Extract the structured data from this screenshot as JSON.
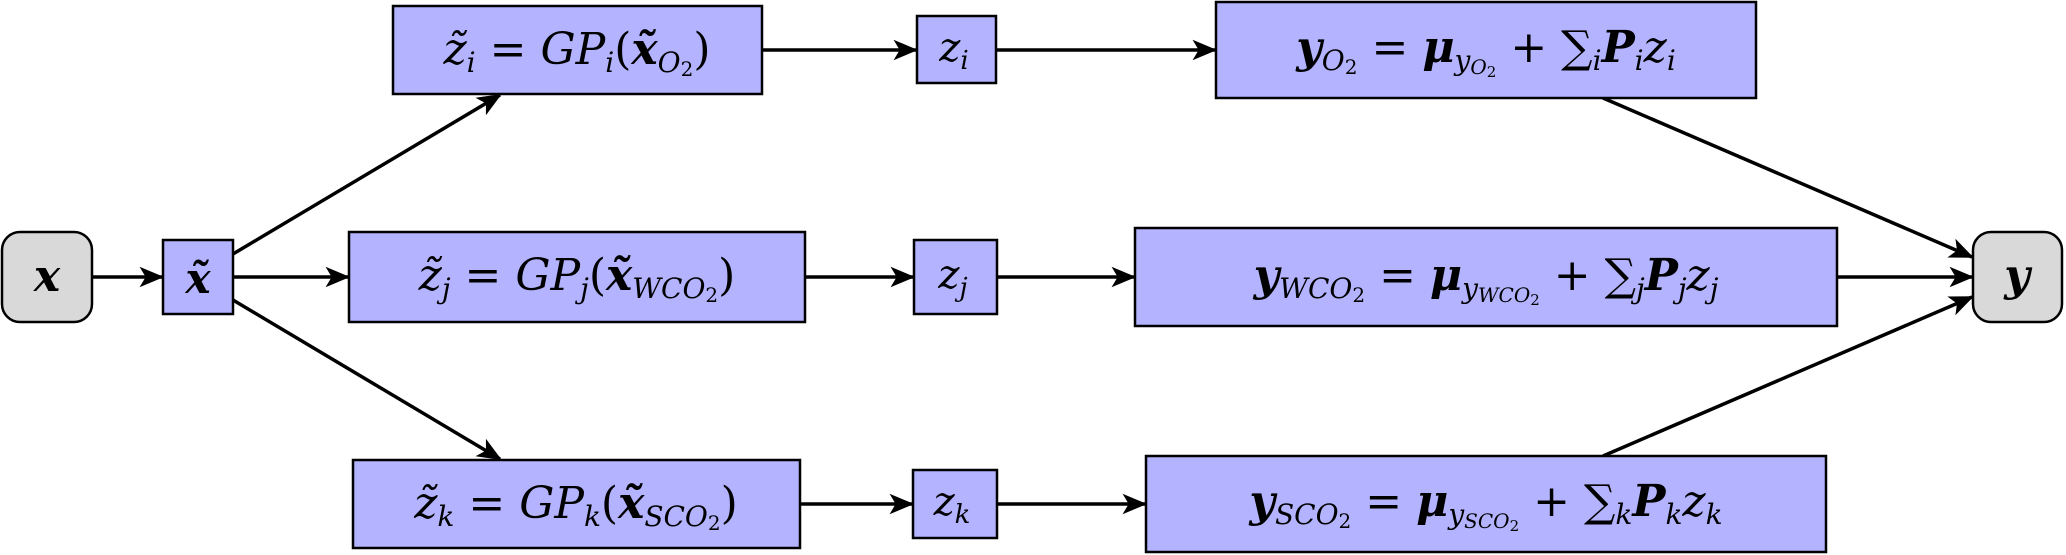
{
  "diagram": {
    "type": "flowchart",
    "direction": "left-to-right",
    "colors": {
      "process_fill": "#b3b3ff",
      "terminal_fill": "#d9d9d9",
      "stroke": "#000000"
    },
    "nodes": {
      "x": {
        "main": "x",
        "role": "input"
      },
      "x_tilde": {
        "main": "x̃",
        "role": "normalized input"
      },
      "gp_i": {
        "lhs": "z̃",
        "lhs_sub": "i",
        "eq": " = ",
        "fn": "GP",
        "fn_sub": "i",
        "open": "(",
        "arg": "x̃",
        "arg_sub": "O",
        "arg_sub2": "2",
        "close": ")"
      },
      "gp_j": {
        "lhs": "z̃",
        "lhs_sub": "j",
        "eq": " = ",
        "fn": "GP",
        "fn_sub": "j",
        "open": "(",
        "arg": "x̃",
        "arg_sub": "WCO",
        "arg_sub2": "2",
        "close": ")"
      },
      "gp_k": {
        "lhs": "z̃",
        "lhs_sub": "k",
        "eq": " = ",
        "fn": "GP",
        "fn_sub": "k",
        "open": "(",
        "arg": "x̃",
        "arg_sub": "SCO",
        "arg_sub2": "2",
        "close": ")"
      },
      "z_i": {
        "main": "z",
        "sub": "i"
      },
      "z_j": {
        "main": "z",
        "sub": "j"
      },
      "z_k": {
        "main": "z",
        "sub": "k"
      },
      "recon_i": {
        "y": "y",
        "y_sub": "O",
        "y_sub2": "2",
        "eq": " = ",
        "mu": "μ",
        "mu_sub": "y",
        "mu_subsub": "O",
        "mu_subsub2": "2",
        "plus": " + ",
        "sum": "∑",
        "sum_sub": "i",
        "p": "P",
        "p_sub": "i",
        "z": "z",
        "z_sub": "i"
      },
      "recon_j": {
        "y": "y",
        "y_sub": "WCO",
        "y_sub2": "2",
        "eq": " = ",
        "mu": "μ",
        "mu_sub": "y",
        "mu_subsub": "WCO",
        "mu_subsub2": "2",
        "plus": " + ",
        "sum": "∑",
        "sum_sub": "j",
        "p": "P",
        "p_sub": "j",
        "z": "z",
        "z_sub": "j"
      },
      "recon_k": {
        "y": "y",
        "y_sub": "SCO",
        "y_sub2": "2",
        "eq": " = ",
        "mu": "μ",
        "mu_sub": "y",
        "mu_subsub": "SCO",
        "mu_subsub2": "2",
        "plus": " + ",
        "sum": "∑",
        "sum_sub": "k",
        "p": "P",
        "p_sub": "k",
        "z": "z",
        "z_sub": "k"
      },
      "y": {
        "main": "y",
        "role": "output"
      }
    },
    "edges": [
      [
        "x",
        "x_tilde"
      ],
      [
        "x_tilde",
        "gp_i"
      ],
      [
        "x_tilde",
        "gp_j"
      ],
      [
        "x_tilde",
        "gp_k"
      ],
      [
        "gp_i",
        "z_i"
      ],
      [
        "gp_j",
        "z_j"
      ],
      [
        "gp_k",
        "z_k"
      ],
      [
        "z_i",
        "recon_i"
      ],
      [
        "z_j",
        "recon_j"
      ],
      [
        "z_k",
        "recon_k"
      ],
      [
        "recon_i",
        "y"
      ],
      [
        "recon_j",
        "y"
      ],
      [
        "recon_k",
        "y"
      ]
    ]
  }
}
